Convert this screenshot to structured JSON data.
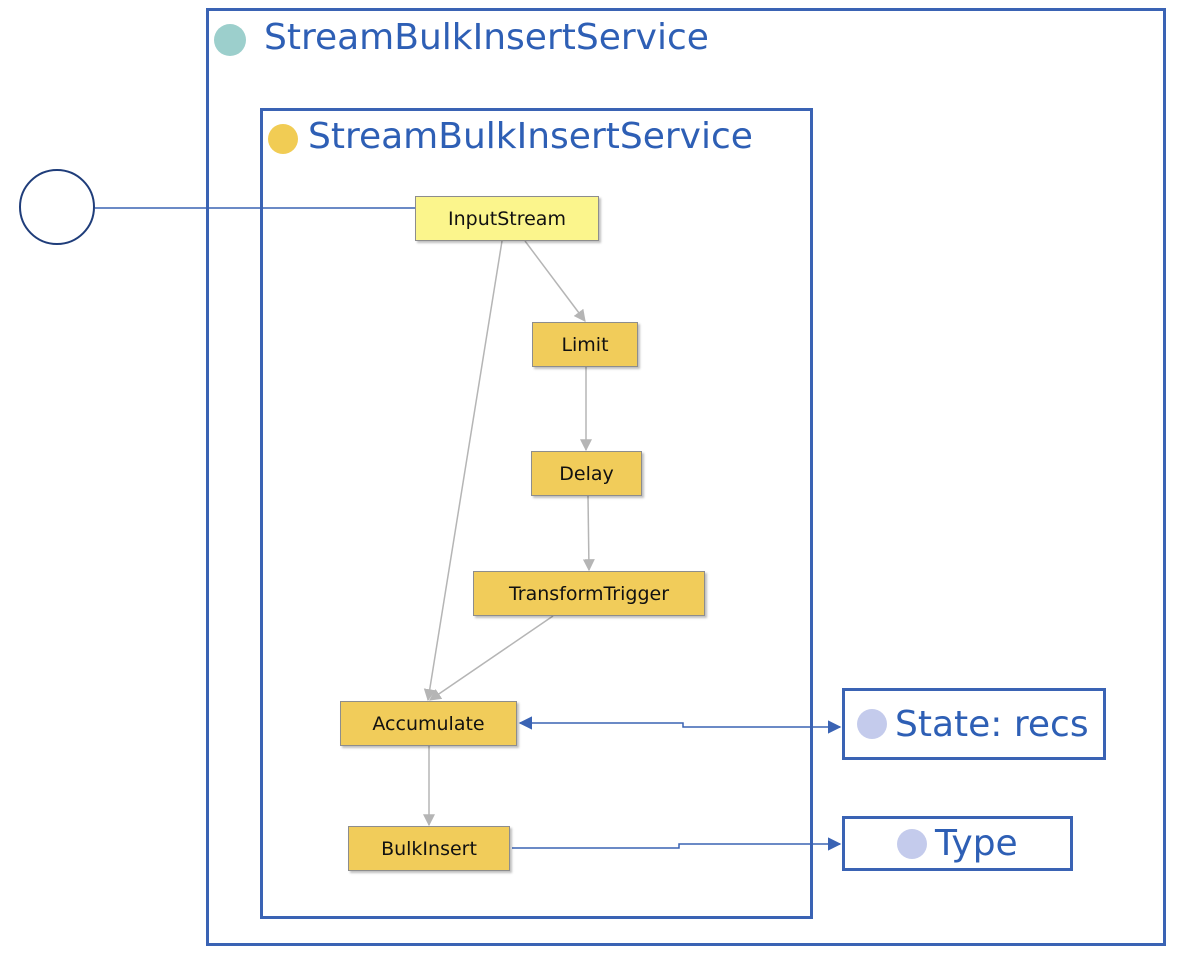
{
  "outer_service": {
    "title": "StreamBulkInsertService",
    "dot_color": "#9ccfcc"
  },
  "inner_service": {
    "title": "StreamBulkInsertService",
    "dot_color": "#f1cc54"
  },
  "nodes": {
    "input_stream": "InputStream",
    "limit": "Limit",
    "delay": "Delay",
    "transform_trigger": "TransformTrigger",
    "accumulate": "Accumulate",
    "bulk_insert": "BulkInsert"
  },
  "state_box": {
    "label": "State: recs"
  },
  "type_box": {
    "label": "Type"
  },
  "colors": {
    "frame_border": "#3a63b4",
    "title_text": "#2e5fb5",
    "node_fill": "#f1cc5a",
    "input_node_fill": "#fbf58c",
    "edge_gray": "#b5b5b5",
    "connector_blue": "#3a63b4",
    "side_dot": "#c4cbec"
  }
}
